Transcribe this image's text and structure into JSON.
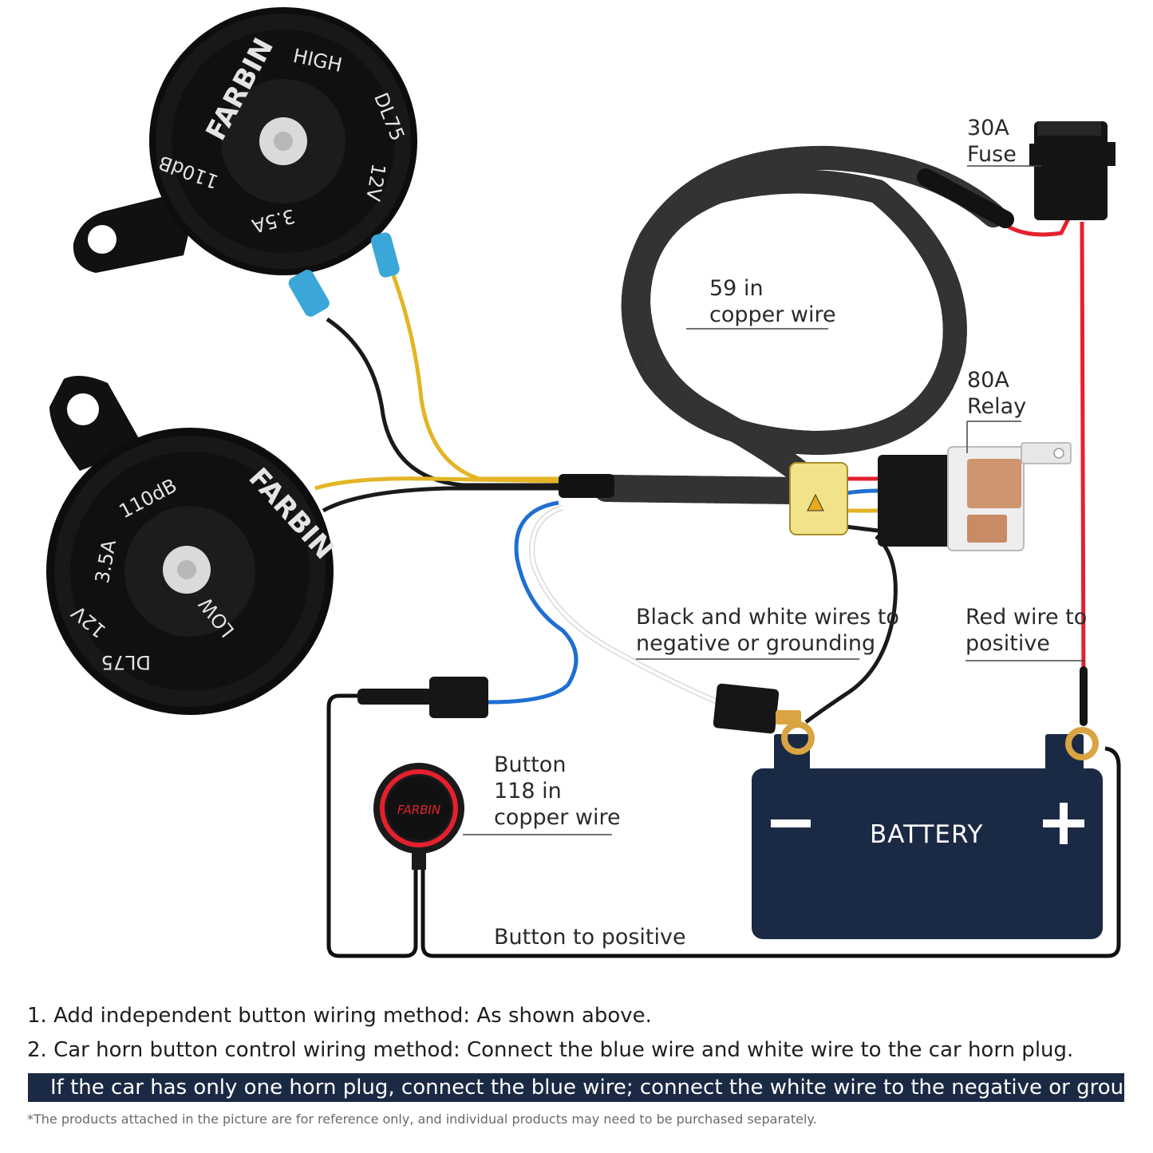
{
  "labels": {
    "fuse": [
      "30A",
      "Fuse"
    ],
    "copper_wire_59": [
      "59 in",
      "copper wire"
    ],
    "relay": [
      "80A",
      "Relay"
    ],
    "black_white": [
      "Black and white wires to",
      "negative or grounding"
    ],
    "red_wire": [
      "Red wire to",
      "positive"
    ],
    "button": [
      "Button",
      "118 in",
      "copper wire"
    ],
    "button_positive": "Button to positive",
    "battery": "BATTERY"
  },
  "horn_high": {
    "brand": "FARBIN",
    "texts": [
      "HIGH",
      "DL75",
      "12V",
      "3.5A",
      "110dB"
    ]
  },
  "horn_low": {
    "brand": "FARBIN",
    "texts": [
      "110dB",
      "3.5A",
      "12V",
      "DL75",
      "LOW"
    ]
  },
  "button_brand": "FARBIN",
  "notes": [
    "1. Add independent button wiring method: As shown above.",
    "2. Car horn button control wiring method: Connect the blue wire and white wire to the car horn plug."
  ],
  "band_note": "If the car has only one horn plug, connect the blue wire; connect the white wire to the negative or ground.",
  "disclaimer": "*The products attached in the picture are for reference only, and individual products may need to be purchased separately.",
  "colors": {
    "battery": "#1b2a44",
    "wire_red": "#e5202e",
    "wire_yellow": "#e3b525",
    "wire_blue": "#1f6fd1",
    "wire_black": "#1a1a1a",
    "horn": "#121212"
  }
}
